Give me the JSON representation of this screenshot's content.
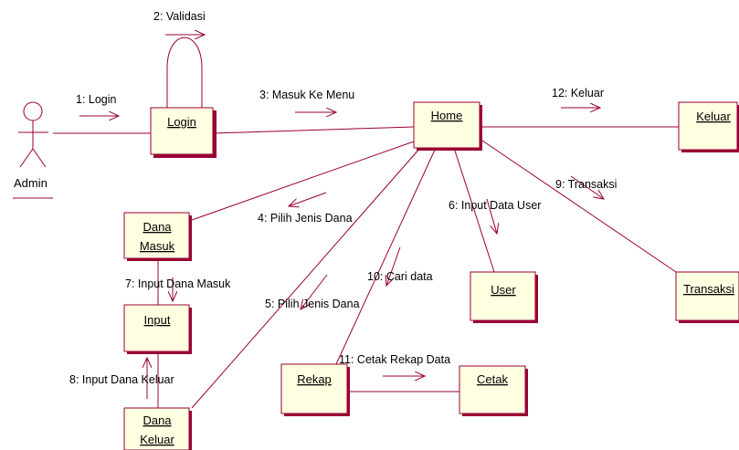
{
  "actor": {
    "label": "Admin"
  },
  "objects": {
    "login": "Login",
    "home": "Home",
    "keluar": "Keluar",
    "dana_masuk_line1": "Dana",
    "dana_masuk_line2": "Masuk",
    "input": "Input",
    "dana_keluar_line1": "Dana",
    "dana_keluar_line2": "Keluar",
    "user": "User",
    "transaksi": "Transaksi",
    "rekap": "Rekap",
    "cetak": "Cetak"
  },
  "messages": {
    "m1": "1: Login",
    "m2": "2: Validasi",
    "m3": "3: Masuk Ke Menu",
    "m4": "4: Pilih Jenis Dana",
    "m5": "5: Pilih Jenis Dana",
    "m6": "6: Input Data User",
    "m7": "7: Input Dana Masuk",
    "m8": "8: Input Dana Keluar",
    "m9": "9: Transaksi",
    "m10": "10: Cari data",
    "m11": "11: Cetak Rekap Data",
    "m12": "12: Keluar"
  },
  "colors": {
    "line": "#990033",
    "box_fill": "#ffffe1",
    "text": "#000000"
  }
}
